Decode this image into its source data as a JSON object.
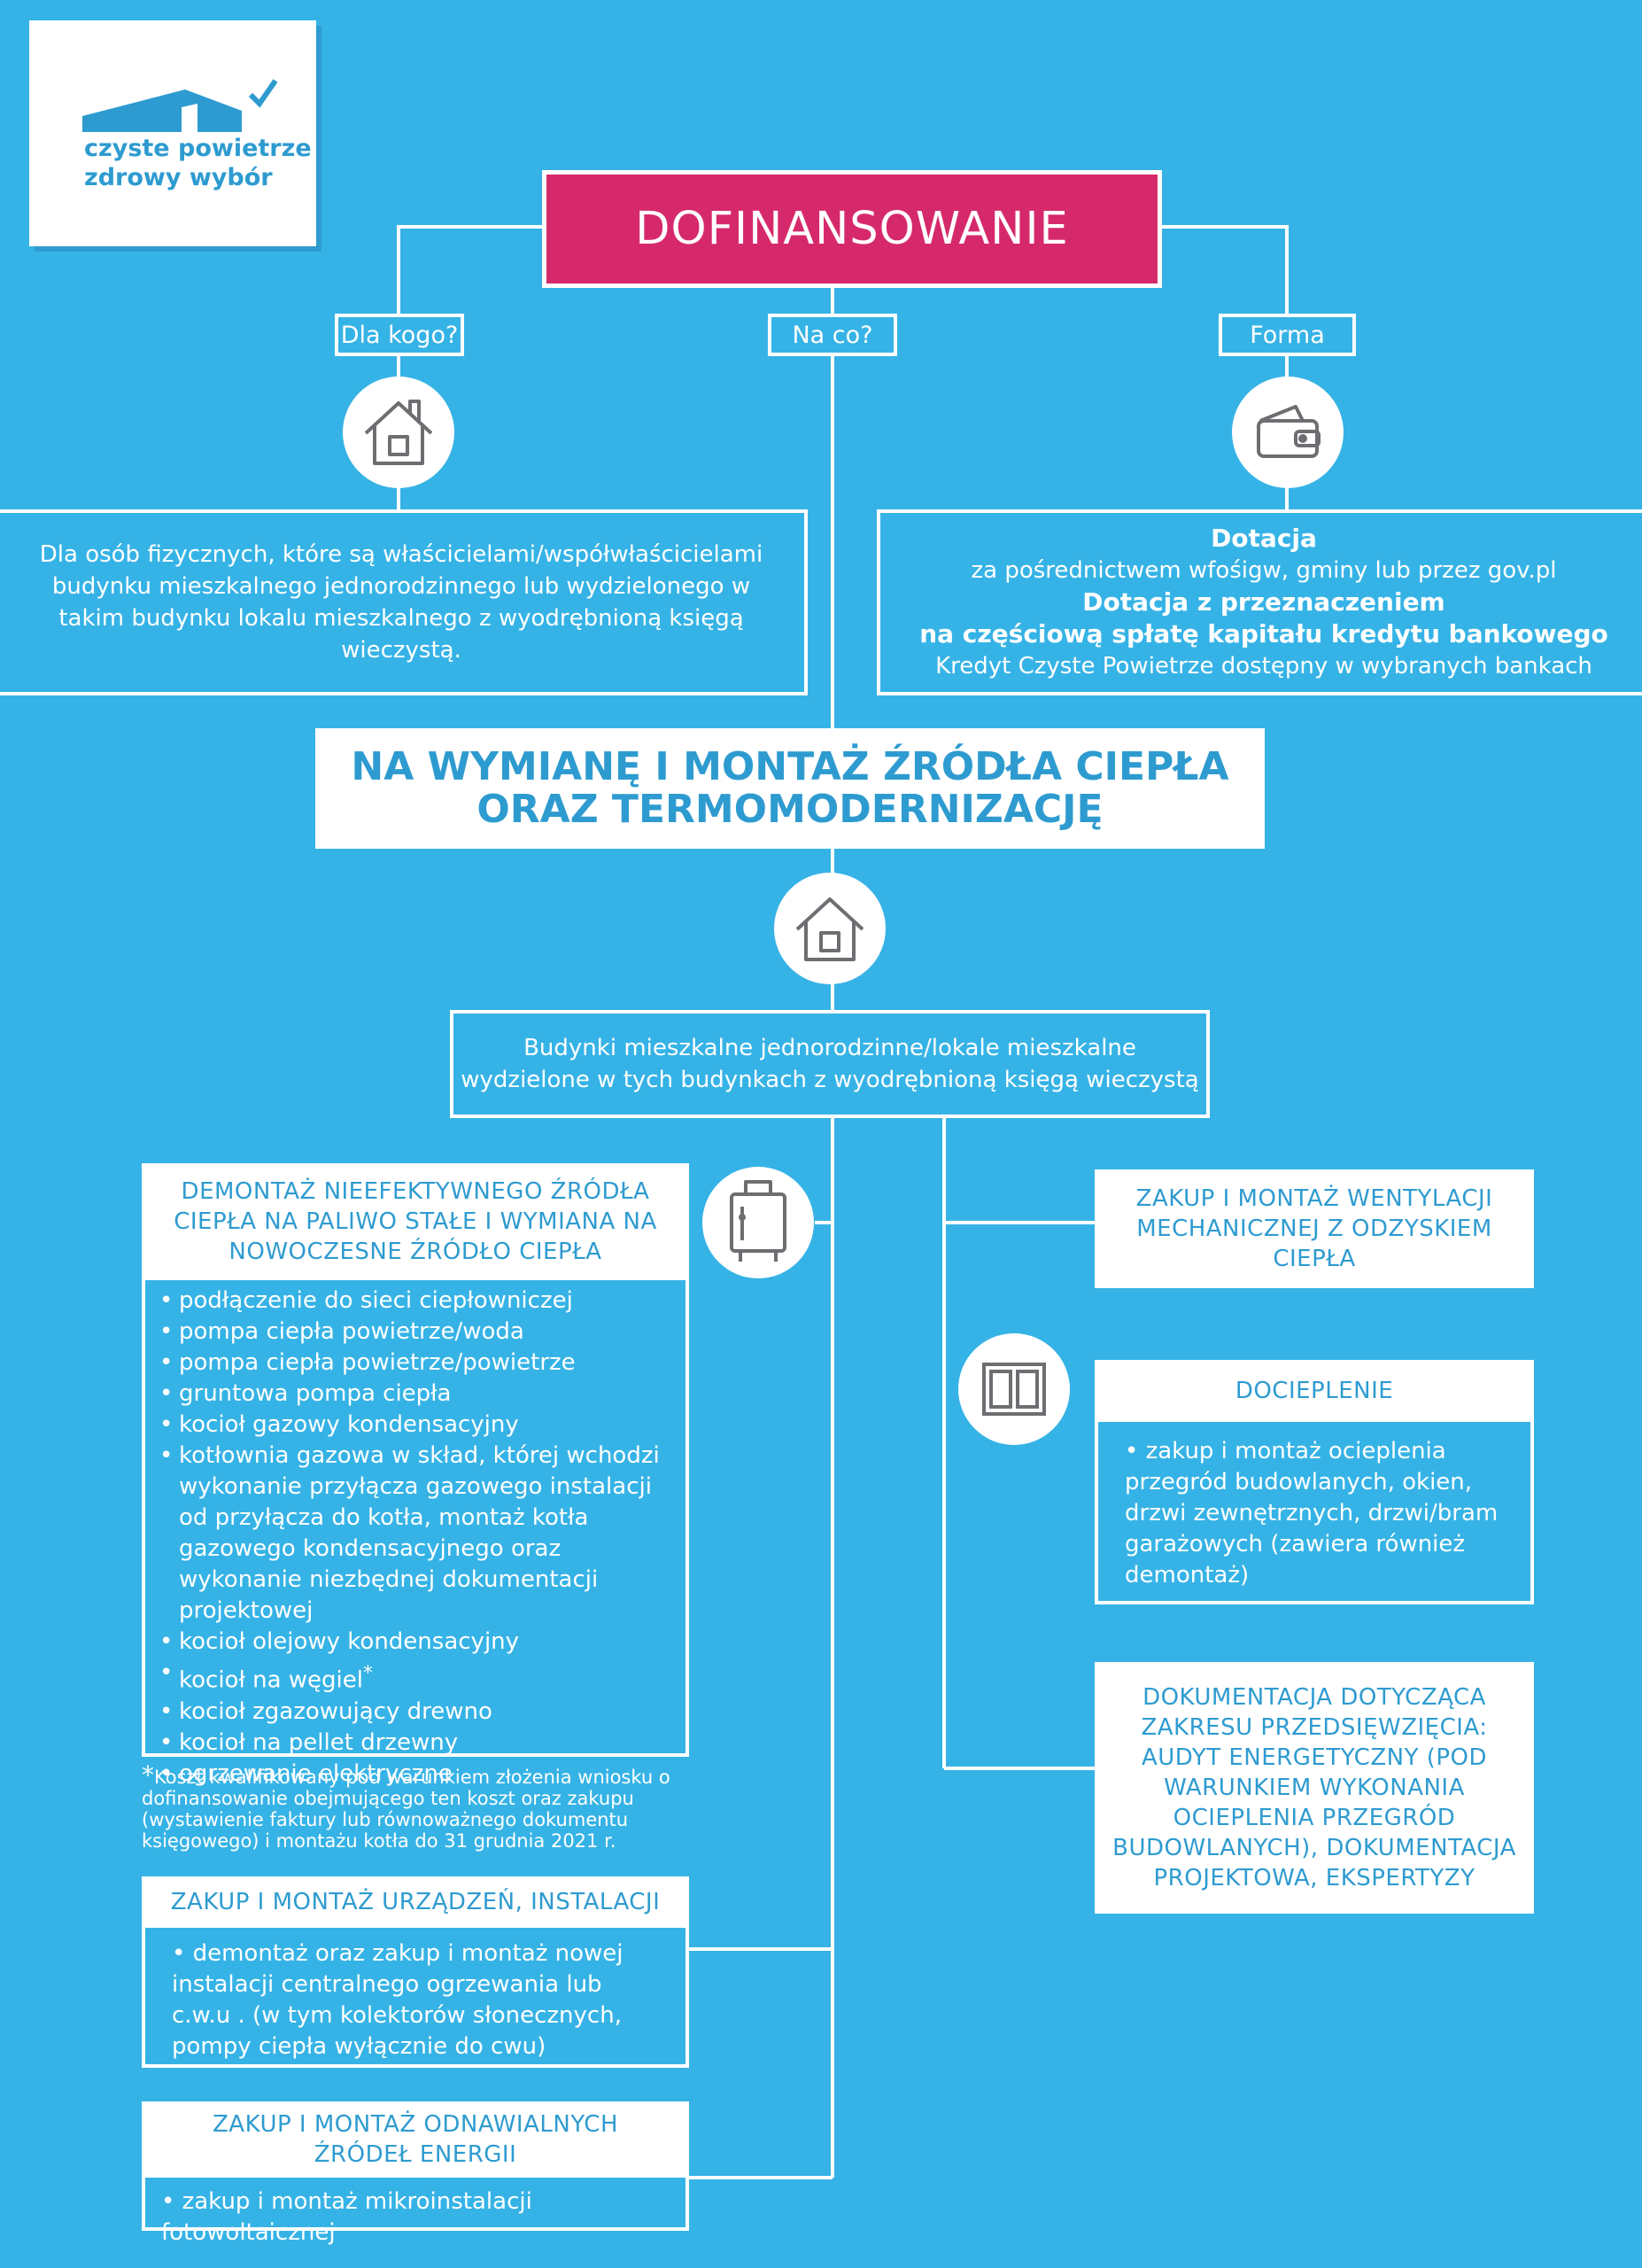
{
  "logo": {
    "line1": "czyste powietrze",
    "line2": "zdrowy wybór",
    "icon": "house-roof-checkmark-logo"
  },
  "main_title": "DOFINANSOWANIE",
  "questions": {
    "who": "Dla kogo?",
    "what": "Na co?",
    "form": "Forma"
  },
  "icons": {
    "who": "house-icon",
    "form": "wallet-icon",
    "building": "house-icon",
    "heat_source": "boiler-icon",
    "insulation": "window-icon"
  },
  "who_text": "Dla osób fizycznych, które są właścicielami/współwłaścicielami budynku mieszkalnego jednorodzinnego lub wydzielonego w takim budynku lokalu mieszkalnego z wyodrębnioną księgą wieczystą.",
  "form": {
    "title1": "Dotacja",
    "line1": "za pośrednictwem wfośigw, gminy lub przez gov.pl",
    "title2a": "Dotacja z przeznaczeniem",
    "title2b": "na częściową spłatę kapitału kredytu bankowego",
    "line2": "Kredyt Czyste Powietrze dostępny w wybranych bankach"
  },
  "purpose_title": {
    "line1": "NA WYMIANĘ I MONTAŻ ŹRÓDŁA CIEPŁA",
    "line2": "ORAZ TERMOMODERNIZACJĘ"
  },
  "buildings_text": {
    "line1": "Budynki mieszkalne jednorodzinne/lokale mieszkalne",
    "line2": "wydzielone w tych budynkach z wyodrębnioną księgą wieczystą"
  },
  "heat_source": {
    "title": [
      "DEMONTAŻ NIEEFEKTYWNEGO ŹRÓDŁA",
      "CIEPŁA NA PALIWO STAŁE I WYMIANA NA",
      "NOWOCZESNE ŹRÓDŁO CIEPŁA"
    ],
    "items": [
      "podłączenie do sieci ciepłowniczej",
      "pompa ciepła powietrze/woda",
      "pompa ciepła powietrze/powietrze",
      "gruntowa pompa ciepła",
      "kocioł gazowy kondensacyjny",
      "kotłownia gazowa w skład, której wchodzi wykonanie przyłącza gazowego instalacji od przyłącza do kotła, montaż kotła gazowego kondensacyjnego oraz wykonanie niezbędnej dokumentacji projektowej",
      "kocioł olejowy kondensacyjny",
      "kocioł na węgiel",
      "kocioł zgazowujący drewno",
      "kocioł na pellet drzewny",
      "ogrzewanie elektryczne"
    ],
    "asterisk": "*"
  },
  "footnote": {
    "mark": "*",
    "text": "Koszt kwalifikowany pod warunkiem złożenia wniosku o dofinansowanie obejmującego ten koszt oraz zakupu (wystawienie faktury lub równoważnego dokumentu księgowego) i montażu kotła do 31 grudnia 2021 r."
  },
  "devices": {
    "title": "ZAKUP I MONTAŻ URZĄDZEŃ, INSTALACJI",
    "text": "• demontaż oraz zakup i montaż nowej instalacji centralnego ogrzewania lub c.w.u . (w tym kolektorów słonecznych, pompy ciepła wyłącznie do cwu)"
  },
  "renewables": {
    "title": [
      "ZAKUP I MONTAŻ ODNAWIALNYCH",
      "ŹRÓDEŁ ENERGII"
    ],
    "text": "• zakup i montaż mikroinstalacji fotowoltaicznej"
  },
  "ventilation": {
    "title": [
      "ZAKUP I MONTAŻ WENTYLACJI",
      "MECHANICZNEJ Z ODZYSKIEM",
      "CIEPŁA"
    ]
  },
  "insulation": {
    "title": "DOCIEPLENIE",
    "text": "• zakup i montaż ocieplenia przegród budowlanych, okien, drzwi zewnętrznych, drzwi/bram garażowych (zawiera również demontaż)"
  },
  "documentation": {
    "title": [
      "DOKUMENTACJA DOTYCZĄCA",
      "ZAKRESU PRZEDSIĘWZIĘCIA:",
      "AUDYT ENERGETYCZNY (POD",
      "WARUNKIEM WYKONANIA",
      "OCIEPLENIA PRZEGRÓD",
      "BUDOWLANYCH), DOKUMENTACJA",
      "PROJEKTOWA, EKSPERTYZY"
    ]
  }
}
